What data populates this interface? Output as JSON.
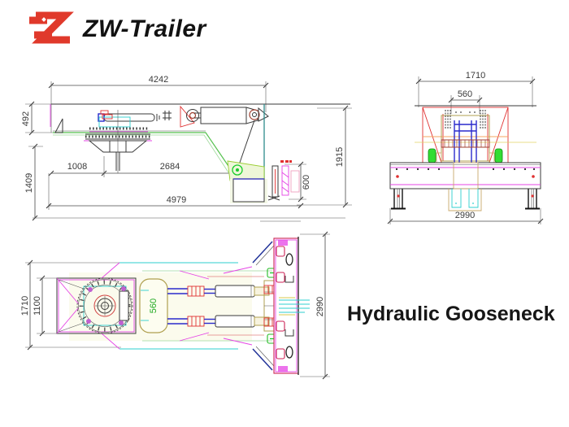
{
  "brand": {
    "name": "ZW-Trailer",
    "accent_color": "#e0392b",
    "text_color": "#121212"
  },
  "product_title": "Hydraulic Gooseneck",
  "views": {
    "side": {
      "dims": {
        "top_length": "4242",
        "neck_plate_height": "492",
        "front_height": "1409",
        "kingpin_setback": "1008",
        "mid_length": "2684",
        "overall_length": "4979",
        "overall_height": "1915",
        "rear_height": "600"
      }
    },
    "front": {
      "dims": {
        "neck_width": "1710",
        "inner_width": "560",
        "overall_width": "2990"
      }
    },
    "plan": {
      "dims": {
        "front_width": "1710",
        "inner_front_width": "1100",
        "cylinder_gap": "560",
        "overall_length": "2990"
      }
    }
  },
  "palette": {
    "outline": "#3a3a3a",
    "dimension": "#4a4a4a",
    "green": "#55c14e",
    "bright_green": "#15cc2a",
    "magenta": "#e544e5",
    "crimson": "#cc2255",
    "cyan": "#2ccfcf",
    "red": "#e03030",
    "blue": "#2a2acc",
    "navy": "#223399",
    "olive": "#b0a050"
  }
}
